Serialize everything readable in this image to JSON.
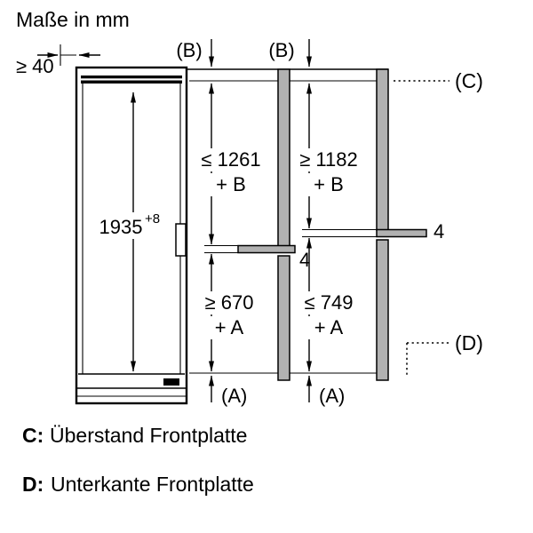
{
  "title": "Maße in mm",
  "diagram": {
    "wall_clearance": "≥ 40",
    "appliance_height": "1935",
    "appliance_height_tolerance": "+8",
    "label_b_left": "(B)",
    "label_b_right": "(B)",
    "label_c": "(C)",
    "label_d": "(D)",
    "label_a_left": "(A)",
    "label_a_right": "(A)",
    "upper_panel_left": "≤ 1261",
    "upper_panel_left_add": "+ B",
    "upper_panel_right": "≥ 1182",
    "upper_panel_right_add": "+ B",
    "lower_panel_left": "≥ 670",
    "lower_panel_left_add": "+ A",
    "lower_panel_right": "≤ 749",
    "lower_panel_right_add": "+ A",
    "gap_left": "4",
    "gap_right": "4"
  },
  "legend": {
    "c_key": "C:",
    "c_text": "Überstand Frontplatte",
    "d_key": "D:",
    "d_text": "Unterkante Frontplatte"
  },
  "colors": {
    "panel_fill": "#b1b1b1",
    "line": "#000000",
    "background": "#ffffff"
  }
}
